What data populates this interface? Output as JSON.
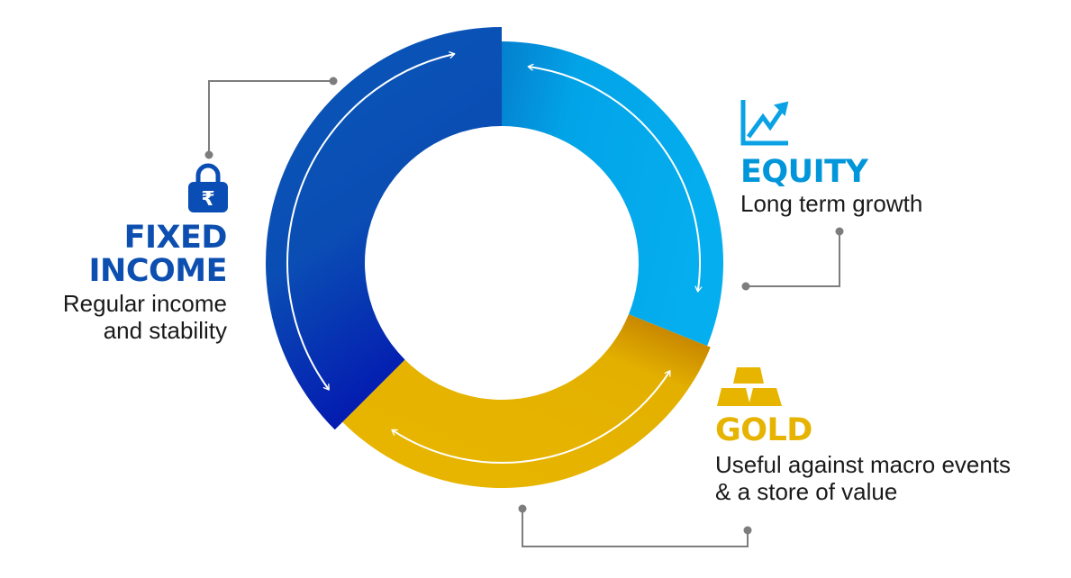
{
  "colors": {
    "fixed_income": "#0a4db4",
    "fixed_income_dark": "#0316b0",
    "equity": "#02a4e8",
    "equity_dark": "#057fce",
    "gold": "#e7b500",
    "gold_dark": "#b86f00",
    "connector": "#7d7d7d",
    "eq_icon": "#0aa2e4",
    "gold_icon": "#e7b500",
    "lock_icon": "#0a4db4"
  },
  "segments": [
    {
      "key": "fixed_income",
      "icon": "rupee-lock-icon"
    },
    {
      "key": "equity",
      "icon": "growth-chart-icon"
    },
    {
      "key": "gold",
      "icon": "gold-bars-icon"
    }
  ],
  "fixed_income": {
    "title_line1": "FIXED",
    "title_line2": "INCOME",
    "desc_line1": "Regular income",
    "desc_line2": "and stability"
  },
  "equity": {
    "title": "EQUITY",
    "desc": "Long term growth"
  },
  "gold": {
    "title": "GOLD",
    "desc_line1": "Useful against macro events",
    "desc_line2": "& a store of value"
  },
  "lock_symbol": "₹"
}
